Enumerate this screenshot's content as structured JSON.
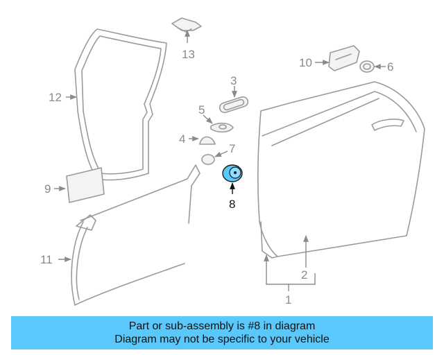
{
  "diagram": {
    "highlighted_part": "8",
    "colors": {
      "highlight": "#5ac8fa",
      "line": "#9a9a9a",
      "label": "#8a8a8a"
    },
    "callouts": {
      "c1": "1",
      "c2": "2",
      "c3": "3",
      "c4": "4",
      "c5": "5",
      "c6": "6",
      "c7": "7",
      "c8": "8",
      "c9": "9",
      "c10": "10",
      "c11": "11",
      "c12": "12",
      "c13": "13"
    }
  },
  "banner": {
    "line1": "Part or sub-assembly is #8 in diagram",
    "line2": "Diagram may not be specific to your vehicle",
    "color": "#5ac8fa"
  }
}
